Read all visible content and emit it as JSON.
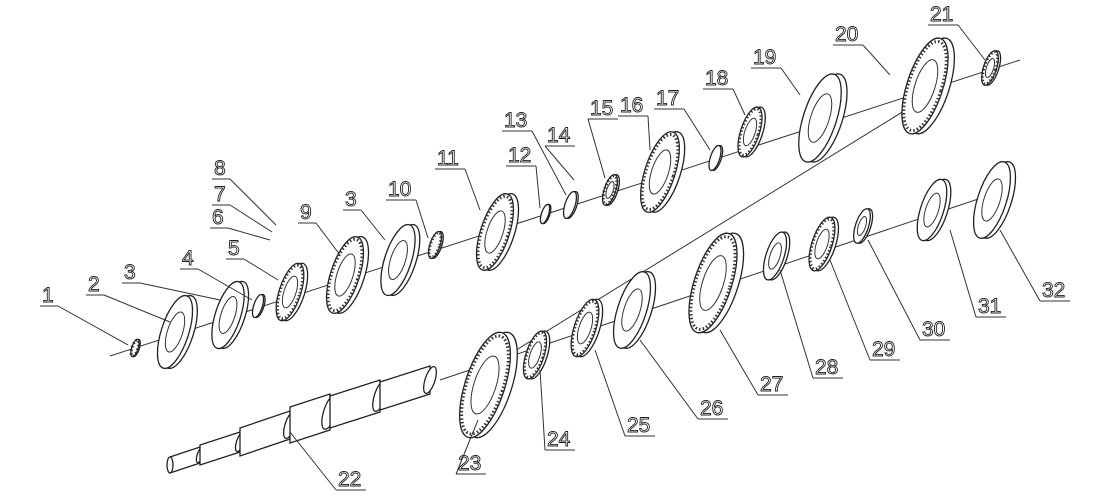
{
  "diagram": {
    "type": "exploded-parts-view",
    "line_color": "#222222",
    "background": "#ffffff",
    "labels": [
      "1",
      "2",
      "3",
      "4",
      "5",
      "6",
      "7",
      "8",
      "9",
      "3",
      "10",
      "11",
      "12",
      "13",
      "14",
      "15",
      "16",
      "17",
      "18",
      "19",
      "20",
      "21",
      "22",
      "23",
      "24",
      "25",
      "26",
      "27",
      "28",
      "29",
      "30",
      "31",
      "32"
    ]
  }
}
